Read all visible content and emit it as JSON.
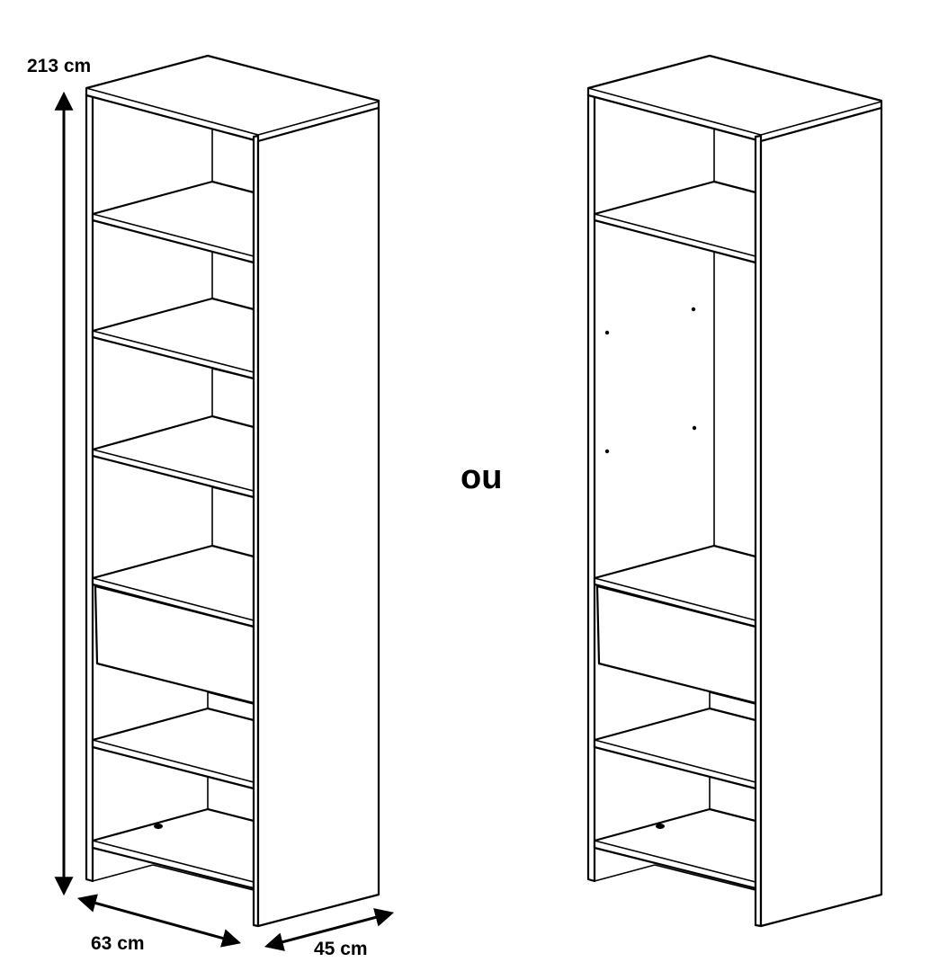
{
  "dimensions": {
    "height": "213 cm",
    "width": "63 cm",
    "depth": "45 cm"
  },
  "separator": "ou",
  "colors": {
    "line": "#000000",
    "background": "#ffffff"
  }
}
